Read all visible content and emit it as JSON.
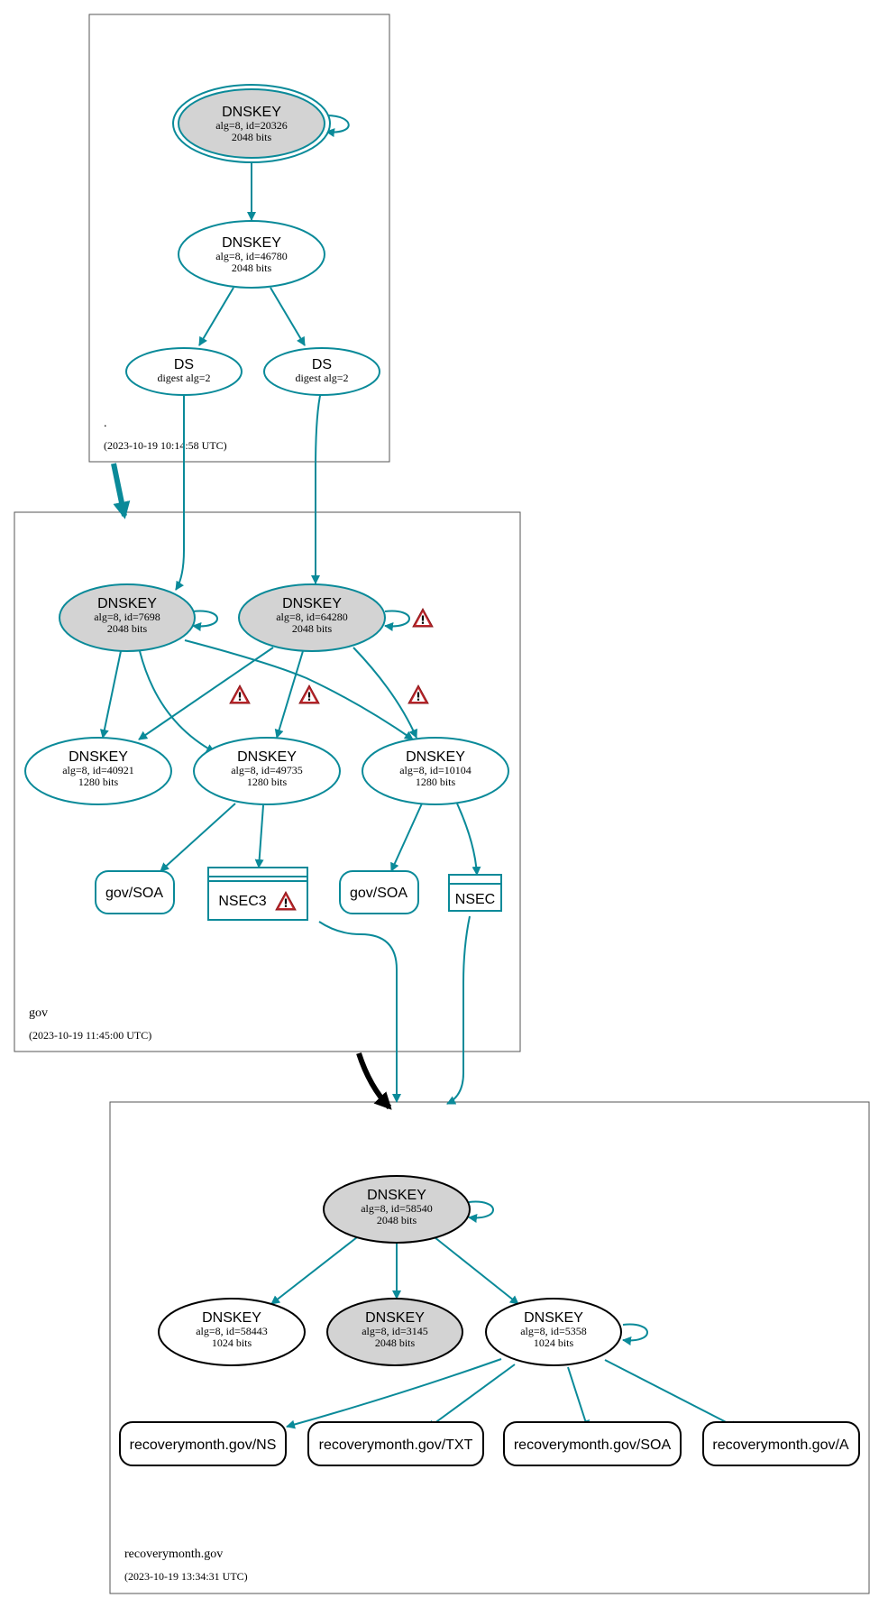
{
  "zones": {
    "root": {
      "name": ".",
      "time": "(2023-10-19 10:14:58 UTC)"
    },
    "gov": {
      "name": "gov",
      "time": "(2023-10-19 11:45:00 UTC)"
    },
    "recovery": {
      "name": "recoverymonth.gov",
      "time": "(2023-10-19 13:34:31 UTC)"
    }
  },
  "nodes": {
    "root_ksk": {
      "title": "DNSKEY",
      "line1": "alg=8, id=20326",
      "line2": "2048 bits"
    },
    "root_zsk": {
      "title": "DNSKEY",
      "line1": "alg=8, id=46780",
      "line2": "2048 bits"
    },
    "root_ds1": {
      "title": "DS",
      "line1": "digest alg=2"
    },
    "root_ds2": {
      "title": "DS",
      "line1": "digest alg=2"
    },
    "gov_ksk1": {
      "title": "DNSKEY",
      "line1": "alg=8, id=7698",
      "line2": "2048 bits"
    },
    "gov_ksk2": {
      "title": "DNSKEY",
      "line1": "alg=8, id=64280",
      "line2": "2048 bits"
    },
    "gov_zsk1": {
      "title": "DNSKEY",
      "line1": "alg=8, id=40921",
      "line2": "1280 bits"
    },
    "gov_zsk2": {
      "title": "DNSKEY",
      "line1": "alg=8, id=49735",
      "line2": "1280 bits"
    },
    "gov_zsk3": {
      "title": "DNSKEY",
      "line1": "alg=8, id=10104",
      "line2": "1280 bits"
    },
    "gov_soa1": {
      "label": "gov/SOA"
    },
    "gov_nsec3": {
      "label": "NSEC3"
    },
    "gov_soa2": {
      "label": "gov/SOA"
    },
    "gov_nsec": {
      "label": "NSEC"
    },
    "rm_ksk": {
      "title": "DNSKEY",
      "line1": "alg=8, id=58540",
      "line2": "2048 bits"
    },
    "rm_k1": {
      "title": "DNSKEY",
      "line1": "alg=8, id=58443",
      "line2": "1024 bits"
    },
    "rm_k2": {
      "title": "DNSKEY",
      "line1": "alg=8, id=3145",
      "line2": "2048 bits"
    },
    "rm_k3": {
      "title": "DNSKEY",
      "line1": "alg=8, id=5358",
      "line2": "1024 bits"
    },
    "rm_ns": {
      "label": "recoverymonth.gov/NS"
    },
    "rm_txt": {
      "label": "recoverymonth.gov/TXT"
    },
    "rm_soa": {
      "label": "recoverymonth.gov/SOA"
    },
    "rm_a": {
      "label": "recoverymonth.gov/A"
    }
  },
  "colors": {
    "edge": "#0a8a99",
    "selfsigned_fill": "#d3d3d3",
    "warning": "#c0282d",
    "zone_border": "#555555"
  },
  "icons": {
    "warning": "warning-icon"
  }
}
